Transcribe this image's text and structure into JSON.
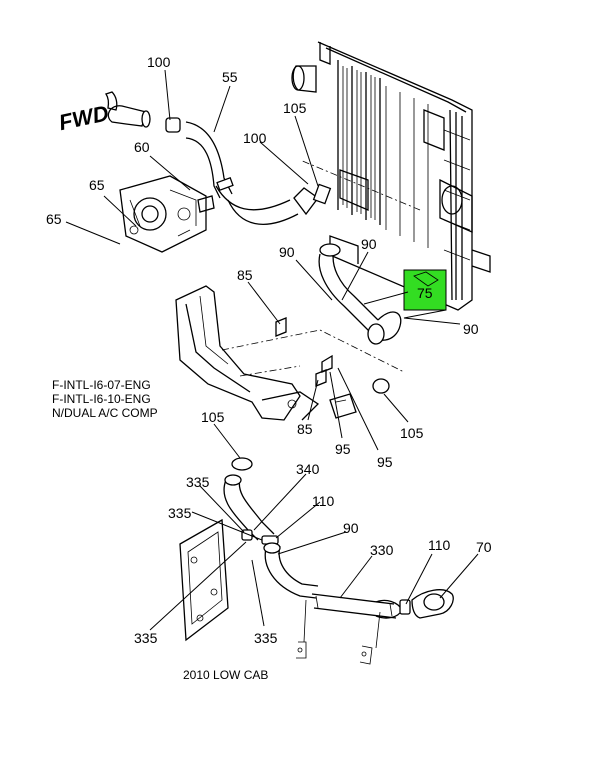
{
  "callouts": {
    "c100a": "100",
    "c55": "55",
    "c105a": "105",
    "c100b": "100",
    "c60": "60",
    "c65a": "65",
    "c65b": "65",
    "c90a": "90",
    "c90b": "90",
    "c75": "75",
    "c90c": "90",
    "c85a": "85",
    "c85b": "85",
    "c95a": "95",
    "c95b": "95",
    "c105b": "105",
    "c105c": "105",
    "c340": "340",
    "c335a": "335",
    "c335b": "335",
    "c110a": "110",
    "c90d": "90",
    "c330": "330",
    "c110b": "110",
    "c70": "70",
    "c335c": "335",
    "c335d": "335"
  },
  "fwd_label": "FWD",
  "notes": {
    "line1": "F-INTL-I6-07-ENG",
    "line2": "F-INTL-I6-10-ENG",
    "line3": "N/DUAL A/C COMP",
    "caption": "2010 LOW CAB"
  },
  "colors": {
    "highlight": "#33dd22"
  }
}
